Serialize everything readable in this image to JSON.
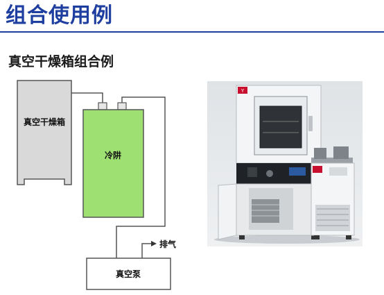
{
  "header": {
    "title": "组合使用例"
  },
  "section": {
    "title": "真空干燥箱组合例"
  },
  "diagram": {
    "dryer_label": "真空干燥箱",
    "trap_label": "冷阱",
    "pump_label": "真空泵",
    "exhaust_label": "排气",
    "colors": {
      "dryer_fill": "#d9d9d9",
      "trap_fill": "#9ee072",
      "pump_fill": "#ffffff",
      "pipe": "#555555"
    }
  }
}
